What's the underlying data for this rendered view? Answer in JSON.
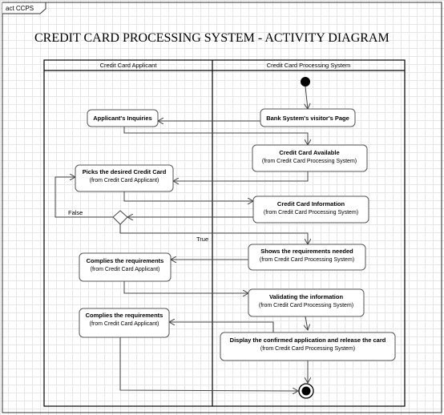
{
  "diagram": {
    "frame_label": "act CCPS",
    "title": "CREDIT CARD PROCESSING SYSTEM - ACTIVITY DIAGRAM",
    "lanes": {
      "applicant": "Credit Card Applicant",
      "system": "Credit Card Processing System"
    },
    "actions": {
      "bank_page": {
        "label": "Bank System's visitor's Page"
      },
      "inquiries": {
        "label": "Applicant's Inquiries"
      },
      "card_available": {
        "label": "Credit Card Available",
        "sub": "(from Credit Card Processing System)"
      },
      "picks_card": {
        "label": "Picks the desired Credit Card",
        "sub": "(from Credit Card Applicant)"
      },
      "card_information": {
        "label": "Credit Card Information",
        "sub": "(from Credit Card Processing System)"
      },
      "shows_requirements": {
        "label": "Shows the requirements needed",
        "sub": "(from Credit Card Processing System)"
      },
      "complies_1": {
        "label": "Complies the requirements",
        "sub": "(from Credit Card Applicant)"
      },
      "validating": {
        "label": "Validating the information",
        "sub": "(from Credit Card Processing System)"
      },
      "complies_2": {
        "label": "Complies the requirements",
        "sub": "(from Credit Card Applicant)"
      },
      "display_confirmed": {
        "label": "Display the confirmed application and release the card",
        "sub": "(from Credit Card Processing System)"
      }
    },
    "guards": {
      "false_label": "False",
      "true_label": "True"
    }
  }
}
